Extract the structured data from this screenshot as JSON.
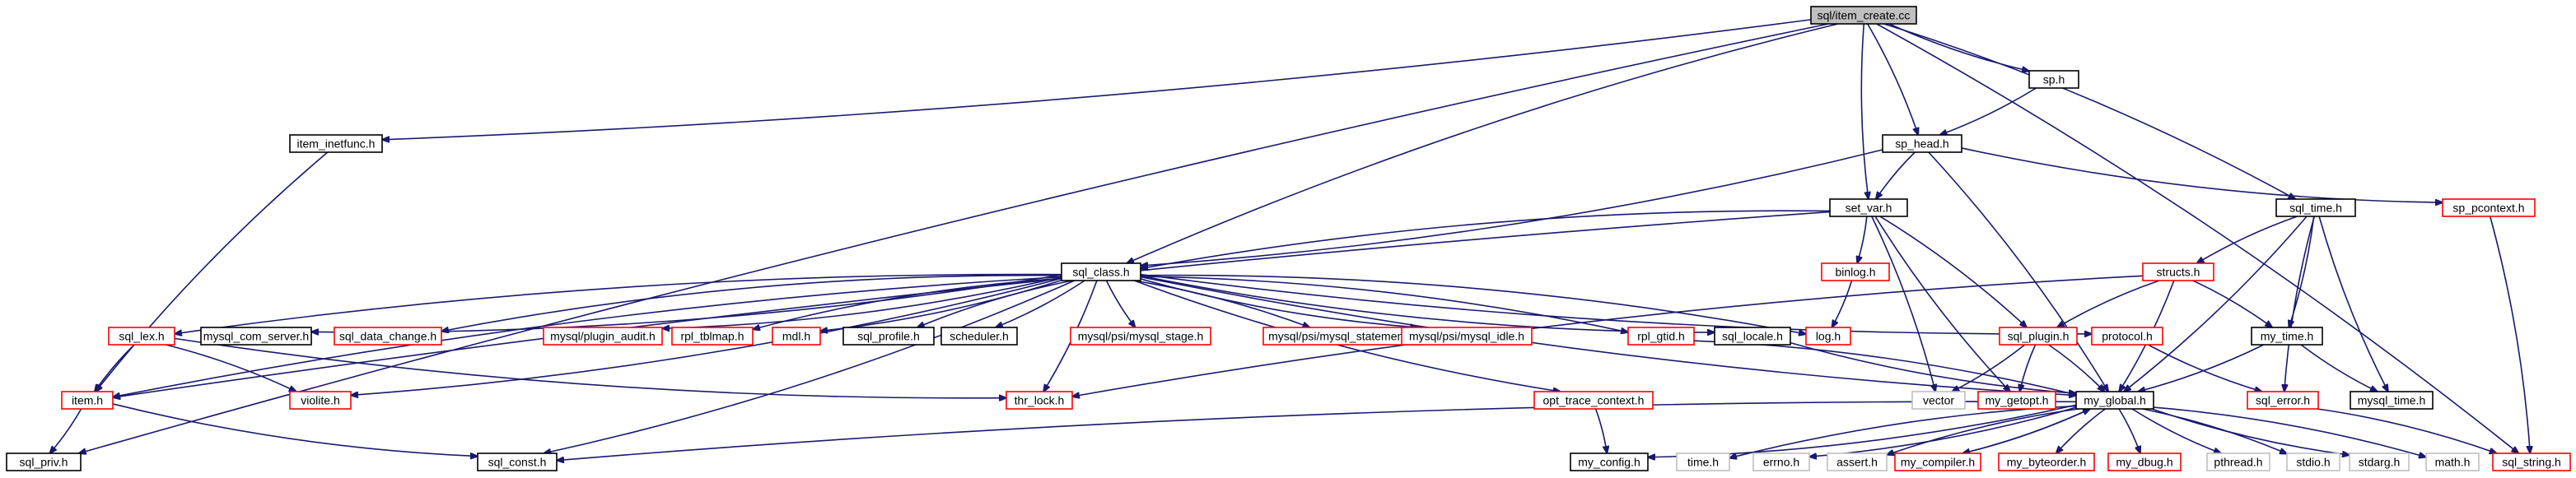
{
  "graph": {
    "nodes": [
      {
        "id": "item_create",
        "label": "sql/item_create.cc",
        "border": "root"
      },
      {
        "id": "sql_priv",
        "label": "sql_priv.h",
        "border": "black"
      },
      {
        "id": "item_inetfunc",
        "label": "item_inetfunc.h",
        "border": "black"
      },
      {
        "id": "sp",
        "label": "sp.h",
        "border": "black"
      },
      {
        "id": "sp_head",
        "label": "sp_head.h",
        "border": "black"
      },
      {
        "id": "set_var",
        "label": "set_var.h",
        "border": "black"
      },
      {
        "id": "sql_time",
        "label": "sql_time.h",
        "border": "black"
      },
      {
        "id": "sp_pcontext",
        "label": "sp_pcontext.h",
        "border": "red"
      },
      {
        "id": "sql_class",
        "label": "sql_class.h",
        "border": "black"
      },
      {
        "id": "binlog",
        "label": "binlog.h",
        "border": "red"
      },
      {
        "id": "structs",
        "label": "structs.h",
        "border": "red"
      },
      {
        "id": "sql_lex",
        "label": "sql_lex.h",
        "border": "red"
      },
      {
        "id": "mysql_com_server",
        "label": "mysql_com_server.h",
        "border": "black"
      },
      {
        "id": "sql_data_change",
        "label": "sql_data_change.h",
        "border": "red"
      },
      {
        "id": "mysql_plugin_audit",
        "label": "mysql/plugin_audit.h",
        "border": "red"
      },
      {
        "id": "rpl_tblmap",
        "label": "rpl_tblmap.h",
        "border": "red"
      },
      {
        "id": "mdl",
        "label": "mdl.h",
        "border": "red"
      },
      {
        "id": "sql_profile",
        "label": "sql_profile.h",
        "border": "black"
      },
      {
        "id": "scheduler",
        "label": "scheduler.h",
        "border": "black"
      },
      {
        "id": "psi_stage",
        "label": "mysql/psi/mysql_stage.h",
        "border": "red"
      },
      {
        "id": "psi_statement",
        "label": "mysql/psi/mysql_statement.h",
        "border": "red"
      },
      {
        "id": "psi_idle",
        "label": "mysql/psi/mysql_idle.h",
        "border": "red"
      },
      {
        "id": "rpl_gtid",
        "label": "rpl_gtid.h",
        "border": "red"
      },
      {
        "id": "sql_locale",
        "label": "sql_locale.h",
        "border": "black"
      },
      {
        "id": "log",
        "label": "log.h",
        "border": "red"
      },
      {
        "id": "sql_plugin",
        "label": "sql_plugin.h",
        "border": "red"
      },
      {
        "id": "protocol",
        "label": "protocol.h",
        "border": "red"
      },
      {
        "id": "my_time",
        "label": "my_time.h",
        "border": "black"
      },
      {
        "id": "item",
        "label": "item.h",
        "border": "red"
      },
      {
        "id": "violite",
        "label": "violite.h",
        "border": "red"
      },
      {
        "id": "thr_lock",
        "label": "thr_lock.h",
        "border": "red"
      },
      {
        "id": "opt_trace_context",
        "label": "opt_trace_context.h",
        "border": "red"
      },
      {
        "id": "vector",
        "label": "vector",
        "border": "gray"
      },
      {
        "id": "my_getopt",
        "label": "my_getopt.h",
        "border": "red"
      },
      {
        "id": "my_global",
        "label": "my_global.h",
        "border": "black"
      },
      {
        "id": "sql_error",
        "label": "sql_error.h",
        "border": "red"
      },
      {
        "id": "mysql_time",
        "label": "mysql_time.h",
        "border": "black"
      },
      {
        "id": "sql_const",
        "label": "sql_const.h",
        "border": "black"
      },
      {
        "id": "my_config",
        "label": "my_config.h",
        "border": "black"
      },
      {
        "id": "time",
        "label": "time.h",
        "border": "gray"
      },
      {
        "id": "errno",
        "label": "errno.h",
        "border": "gray"
      },
      {
        "id": "assert",
        "label": "assert.h",
        "border": "gray"
      },
      {
        "id": "my_compiler",
        "label": "my_compiler.h",
        "border": "red"
      },
      {
        "id": "my_byteorder",
        "label": "my_byteorder.h",
        "border": "red"
      },
      {
        "id": "my_dbug",
        "label": "my_dbug.h",
        "border": "red"
      },
      {
        "id": "pthread",
        "label": "pthread.h",
        "border": "gray"
      },
      {
        "id": "stdio",
        "label": "stdio.h",
        "border": "gray"
      },
      {
        "id": "stdarg",
        "label": "stdarg.h",
        "border": "gray"
      },
      {
        "id": "math",
        "label": "math.h",
        "border": "gray"
      },
      {
        "id": "sql_string",
        "label": "sql_string.h",
        "border": "red"
      }
    ],
    "edges": [
      [
        "item_create",
        "sql_priv"
      ],
      [
        "item_create",
        "item_inetfunc"
      ],
      [
        "item_create",
        "sp"
      ],
      [
        "item_create",
        "sp_head"
      ],
      [
        "item_create",
        "set_var"
      ],
      [
        "item_create",
        "sql_time"
      ],
      [
        "item_create",
        "sql_class"
      ],
      [
        "item_create",
        "sql_string"
      ],
      [
        "item_inetfunc",
        "item"
      ],
      [
        "sp",
        "sp_head"
      ],
      [
        "sp_head",
        "set_var"
      ],
      [
        "sp_head",
        "sql_class"
      ],
      [
        "sp_head",
        "sp_pcontext"
      ],
      [
        "sp_head",
        "my_global"
      ],
      [
        "set_var",
        "sql_class"
      ],
      [
        "set_var",
        "binlog"
      ],
      [
        "set_var",
        "item"
      ],
      [
        "set_var",
        "vector"
      ],
      [
        "set_var",
        "my_getopt"
      ],
      [
        "set_var",
        "sql_plugin"
      ],
      [
        "sql_time",
        "structs"
      ],
      [
        "sql_time",
        "my_time"
      ],
      [
        "sql_time",
        "mysql_time"
      ],
      [
        "sql_time",
        "my_global"
      ],
      [
        "sql_time",
        "sql_error"
      ],
      [
        "sp_pcontext",
        "sql_string"
      ],
      [
        "sql_class",
        "sql_lex"
      ],
      [
        "sql_class",
        "mysql_com_server"
      ],
      [
        "sql_class",
        "sql_data_change"
      ],
      [
        "sql_class",
        "mysql_plugin_audit"
      ],
      [
        "sql_class",
        "rpl_tblmap"
      ],
      [
        "sql_class",
        "mdl"
      ],
      [
        "sql_class",
        "sql_profile"
      ],
      [
        "sql_class",
        "scheduler"
      ],
      [
        "sql_class",
        "psi_stage"
      ],
      [
        "sql_class",
        "psi_statement"
      ],
      [
        "sql_class",
        "psi_idle"
      ],
      [
        "sql_class",
        "rpl_gtid"
      ],
      [
        "sql_class",
        "sql_locale"
      ],
      [
        "sql_class",
        "log"
      ],
      [
        "sql_class",
        "protocol"
      ],
      [
        "sql_class",
        "thr_lock"
      ],
      [
        "sql_class",
        "opt_trace_context"
      ],
      [
        "sql_class",
        "violite"
      ],
      [
        "sql_class",
        "item"
      ],
      [
        "sql_class",
        "sql_const"
      ],
      [
        "sql_class",
        "my_global"
      ],
      [
        "binlog",
        "log"
      ],
      [
        "structs",
        "sql_plugin"
      ],
      [
        "structs",
        "my_time"
      ],
      [
        "structs",
        "thr_lock"
      ],
      [
        "structs",
        "my_global"
      ],
      [
        "sql_lex",
        "item"
      ],
      [
        "sql_lex",
        "violite"
      ],
      [
        "sql_lex",
        "thr_lock"
      ],
      [
        "rpl_gtid",
        "my_global"
      ],
      [
        "sql_locale",
        "my_global"
      ],
      [
        "sql_plugin",
        "vector"
      ],
      [
        "sql_plugin",
        "my_getopt"
      ],
      [
        "sql_plugin",
        "my_global"
      ],
      [
        "protocol",
        "sql_error"
      ],
      [
        "my_time",
        "my_global"
      ],
      [
        "my_time",
        "mysql_time"
      ],
      [
        "item",
        "sql_priv"
      ],
      [
        "item",
        "sql_const"
      ],
      [
        "opt_trace_context",
        "my_config"
      ],
      [
        "my_global",
        "sql_const"
      ],
      [
        "my_global",
        "my_config"
      ],
      [
        "my_global",
        "time"
      ],
      [
        "my_global",
        "errno"
      ],
      [
        "my_global",
        "assert"
      ],
      [
        "my_global",
        "my_compiler"
      ],
      [
        "my_global",
        "my_byteorder"
      ],
      [
        "my_global",
        "my_dbug"
      ],
      [
        "my_global",
        "pthread"
      ],
      [
        "my_global",
        "stdio"
      ],
      [
        "my_global",
        "stdarg"
      ],
      [
        "my_global",
        "math"
      ],
      [
        "my_compiler",
        "my_global"
      ],
      [
        "sql_error",
        "sql_string"
      ]
    ]
  }
}
